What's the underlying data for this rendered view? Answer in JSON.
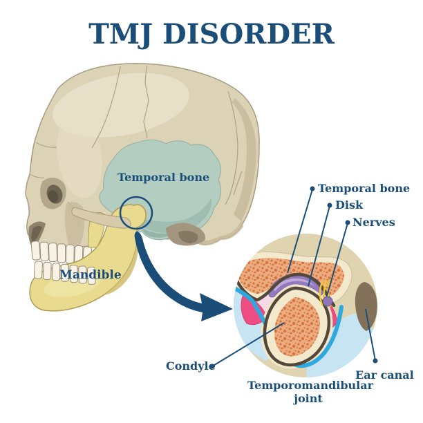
{
  "title": "TMJ DISORDER",
  "skull": {
    "temporal_bone_label": "Temporal bone",
    "mandible_label": "Mandible"
  },
  "joint_detail": {
    "temporal_bone_label": "Temporal bone",
    "disk_label": "Disk",
    "nerves_label": "Nerves",
    "condyle_label": "Condyle",
    "ear_canal_label": "Ear canal",
    "caption": "Temporomandibular joint"
  },
  "colors": {
    "accent": "#1A4E78",
    "skull_bone": "#DCD2B6",
    "skull_outline": "#A79B82",
    "temporal_highlight": "#B4CDC1",
    "mandible_yellow": "#E8DB90",
    "detail_circle_bg": "#DFD4AF",
    "cortical_bone": "#F3EACD",
    "spongy_bone": "#EBAD80",
    "spongy_speckle": "#D9713F",
    "disk_purple": "#9278BC",
    "synovial_magenta": "#ED4D82",
    "capsule_cyan": "#2FA8DE",
    "joint_cavity_blue": "#C7E4F3",
    "nerve_yellow": "#F2CE2C",
    "ear_canal_brown": "#837059",
    "dark_outline": "#54483A"
  }
}
